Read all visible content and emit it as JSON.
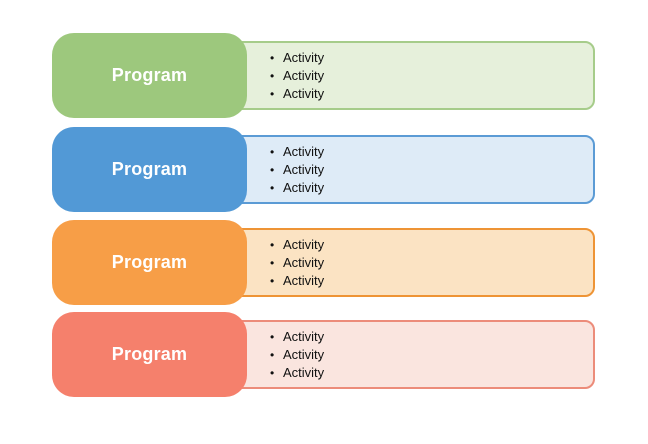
{
  "diagram": {
    "bullet": "•",
    "rows": [
      {
        "program_label": "Program",
        "activities": [
          "Activity",
          "Activity",
          "Activity"
        ],
        "program_color": "#9dc87d",
        "activity_fill": "#e6f0db",
        "activity_border": "#a6cc8a"
      },
      {
        "program_label": "Program",
        "activities": [
          "Activity",
          "Activity",
          "Activity"
        ],
        "program_color": "#5299d6",
        "activity_fill": "#deebf7",
        "activity_border": "#5b9bd5"
      },
      {
        "program_label": "Program",
        "activities": [
          "Activity",
          "Activity",
          "Activity"
        ],
        "program_color": "#f79e47",
        "activity_fill": "#fbe3c3",
        "activity_border": "#ee9435"
      },
      {
        "program_label": "Program",
        "activities": [
          "Activity",
          "Activity",
          "Activity"
        ],
        "program_color": "#f5806c",
        "activity_fill": "#fae5df",
        "activity_border": "#ec8c7a"
      }
    ]
  }
}
